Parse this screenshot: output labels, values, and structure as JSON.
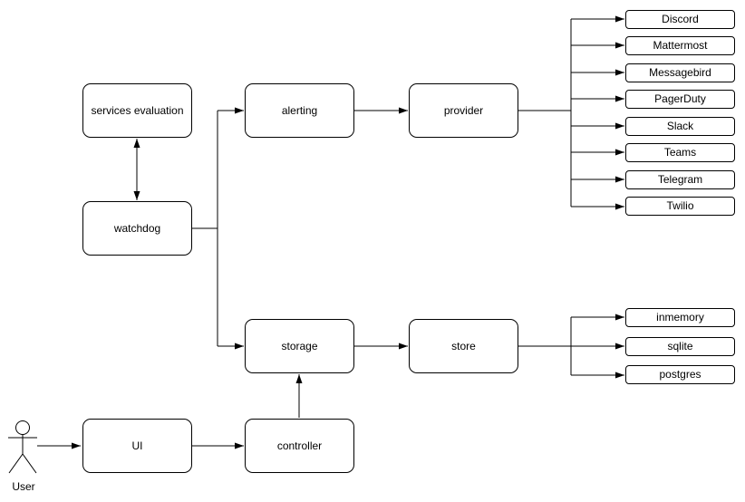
{
  "diagram": {
    "background_color": "#ffffff",
    "stroke_color": "#000000",
    "text_color": "#000000",
    "nodes": {
      "services_evaluation": {
        "label": "services evaluation"
      },
      "watchdog": {
        "label": "watchdog"
      },
      "alerting": {
        "label": "alerting"
      },
      "provider": {
        "label": "provider"
      },
      "storage": {
        "label": "storage"
      },
      "store": {
        "label": "store"
      },
      "ui": {
        "label": "UI"
      },
      "controller": {
        "label": "controller"
      }
    },
    "provider_children": [
      {
        "label": "Discord"
      },
      {
        "label": "Mattermost"
      },
      {
        "label": "Messagebird"
      },
      {
        "label": "PagerDuty"
      },
      {
        "label": "Slack"
      },
      {
        "label": "Teams"
      },
      {
        "label": "Telegram"
      },
      {
        "label": "Twilio"
      }
    ],
    "store_children": [
      {
        "label": "inmemory"
      },
      {
        "label": "sqlite"
      },
      {
        "label": "postgres"
      }
    ],
    "actor": {
      "label": "User"
    }
  }
}
